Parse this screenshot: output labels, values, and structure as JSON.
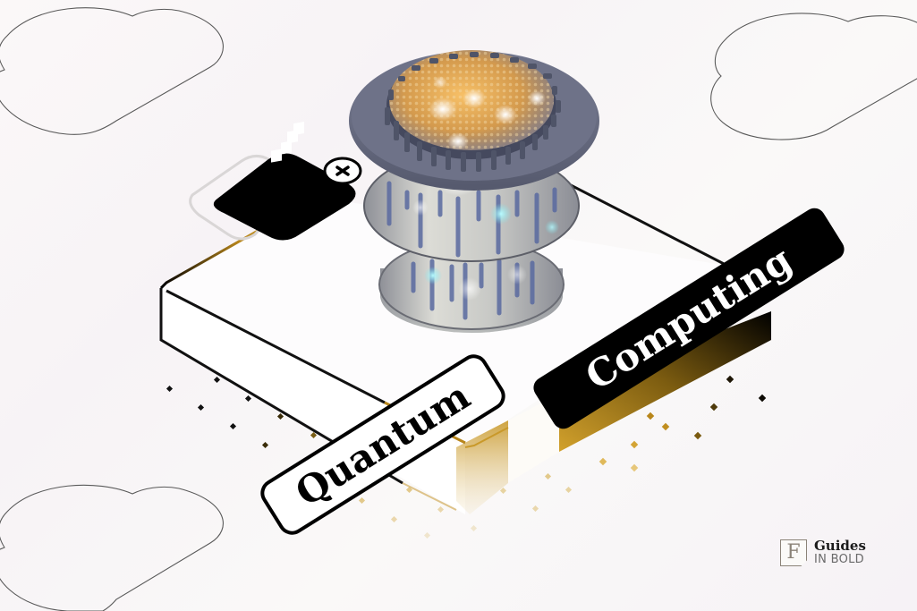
{
  "illustration": {
    "topic_label_1": "Quantum",
    "topic_label_2": "Computing",
    "badge_icon": "zigzag-icon",
    "badge_close_icon": "close-icon"
  },
  "brand": {
    "mark": "F",
    "title": "Guides",
    "subtitle": "IN BOLD"
  },
  "colors": {
    "gold": "#c9992a",
    "dark_gold": "#5a4408",
    "black": "#000000",
    "chip_gray": "#6d7189",
    "glow_orange": "#f0a545",
    "cyan_glow": "#7fe6ee"
  }
}
